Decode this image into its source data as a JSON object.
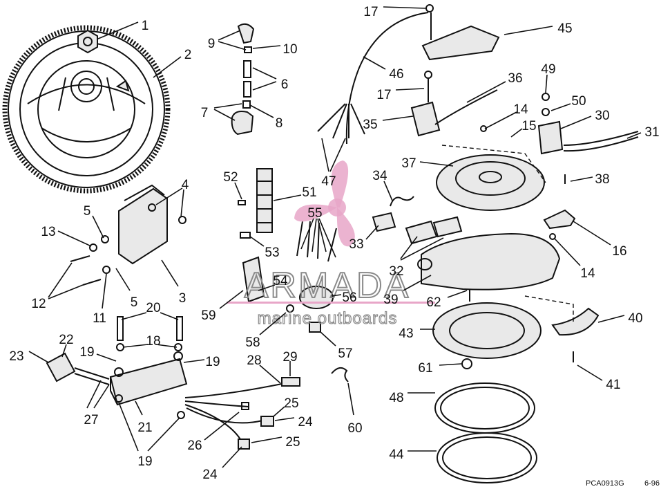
{
  "callouts": [
    {
      "label": "1"
    },
    {
      "label": "2"
    },
    {
      "label": "3"
    },
    {
      "label": "4"
    },
    {
      "label": "5"
    },
    {
      "label": "5"
    },
    {
      "label": "6"
    },
    {
      "label": "7"
    },
    {
      "label": "8"
    },
    {
      "label": "9"
    },
    {
      "label": "10"
    },
    {
      "label": "11"
    },
    {
      "label": "12"
    },
    {
      "label": "13"
    },
    {
      "label": "14"
    },
    {
      "label": "14"
    },
    {
      "label": "15"
    },
    {
      "label": "16"
    },
    {
      "label": "17"
    },
    {
      "label": "17"
    },
    {
      "label": "18"
    },
    {
      "label": "19"
    },
    {
      "label": "19"
    },
    {
      "label": "19"
    },
    {
      "label": "20"
    },
    {
      "label": "21"
    },
    {
      "label": "22"
    },
    {
      "label": "23"
    },
    {
      "label": "24"
    },
    {
      "label": "24"
    },
    {
      "label": "25"
    },
    {
      "label": "25"
    },
    {
      "label": "26"
    },
    {
      "label": "27"
    },
    {
      "label": "28"
    },
    {
      "label": "29"
    },
    {
      "label": "30"
    },
    {
      "label": "31"
    },
    {
      "label": "32"
    },
    {
      "label": "33"
    },
    {
      "label": "34"
    },
    {
      "label": "35"
    },
    {
      "label": "36"
    },
    {
      "label": "37"
    },
    {
      "label": "38"
    },
    {
      "label": "39"
    },
    {
      "label": "40"
    },
    {
      "label": "41"
    },
    {
      "label": "43"
    },
    {
      "label": "44"
    },
    {
      "label": "45"
    },
    {
      "label": "46"
    },
    {
      "label": "47"
    },
    {
      "label": "48"
    },
    {
      "label": "49"
    },
    {
      "label": "50"
    },
    {
      "label": "51"
    },
    {
      "label": "52"
    },
    {
      "label": "53"
    },
    {
      "label": "54"
    },
    {
      "label": "55"
    },
    {
      "label": "56"
    },
    {
      "label": "57"
    },
    {
      "label": "58"
    },
    {
      "label": "59"
    },
    {
      "label": "60"
    },
    {
      "label": "61"
    },
    {
      "label": "62"
    }
  ],
  "drawing_code": "PCA0913G",
  "drawing_date": "6-96",
  "watermark": {
    "brand": "ARMADA",
    "tagline": "marine outboards",
    "accent_color": "#e8a6c8"
  }
}
